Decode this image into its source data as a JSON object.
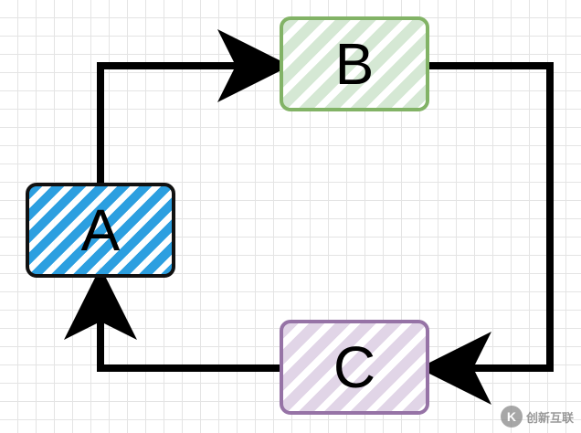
{
  "diagram": {
    "nodes": [
      {
        "id": "A",
        "label": "A",
        "fill": "#2c9fe0",
        "stroke": "#111111"
      },
      {
        "id": "B",
        "label": "B",
        "fill": "#d5e8d4",
        "stroke": "#82b366"
      },
      {
        "id": "C",
        "label": "C",
        "fill": "#e1d5e7",
        "stroke": "#9673a6"
      }
    ],
    "edges": [
      {
        "from": "A",
        "to": "B"
      },
      {
        "from": "B",
        "to": "C"
      },
      {
        "from": "C",
        "to": "A"
      }
    ]
  },
  "watermark": {
    "text": "创新互联"
  }
}
